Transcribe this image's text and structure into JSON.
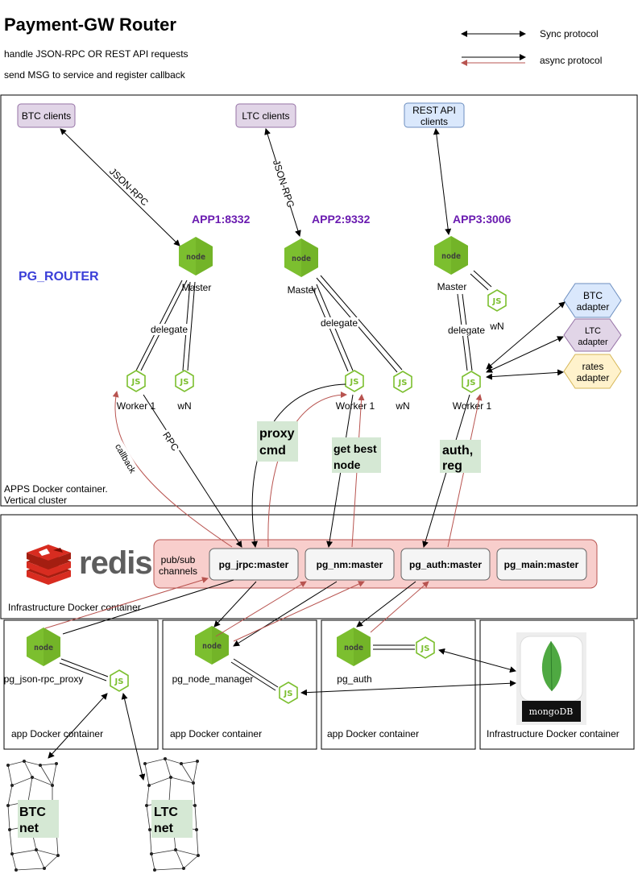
{
  "header": {
    "title": "Payment-GW Router",
    "line1": "handle JSON-RPC OR REST API requests",
    "line2": "send MSG to service and register callback"
  },
  "legend": {
    "sync": "Sync protocol",
    "async": "async protocol",
    "sync_color": "#000000",
    "async_color": "#b85450"
  },
  "clients": {
    "btc": "BTC clients",
    "ltc": "LTC clients",
    "rest_line1": "REST API",
    "rest_line2": "clients"
  },
  "edges": {
    "jsonrpc_left": "JSON-RPC",
    "jsonrpc_mid": "JSON-RPC",
    "delegate": "delegate",
    "rpc": "RPC",
    "callback": "callback"
  },
  "apps": {
    "app1": "APP1:8332",
    "app2": "APP2:9332",
    "app3": "APP3:3006",
    "master": "Master",
    "worker": "Worker 1",
    "wn": "wN"
  },
  "router_label": "PG_ROUTER",
  "adapters": {
    "btc_line1": "BTC",
    "btc_line2": "adapter",
    "ltc_line1": "LTC",
    "ltc_line2": "adapter",
    "rates_line1": "rates",
    "rates_line2": "adapter"
  },
  "notes": {
    "proxy_line1": "proxy",
    "proxy_line2": "cmd",
    "best_line1": "get best",
    "best_line2": "node",
    "auth_line1": "auth,",
    "auth_line2": "reg"
  },
  "apps_container_line1": "APPS Docker container.",
  "apps_container_line2": "Vertical cluster",
  "redis": {
    "word": "redis",
    "pubsub_line1": "pub/sub",
    "pubsub_line2": "channels",
    "channels": [
      "pg_jrpc:master",
      "pg_nm:master",
      "pg_auth:master",
      "pg_main:master"
    ],
    "container": "Infrastructure Docker container"
  },
  "services": {
    "proxy": "pg_json-rpc_proxy",
    "manager": "pg_node_manager",
    "auth": "pg_auth",
    "app_container": "app Docker container",
    "infra_container": "Infrastructure Docker container",
    "mongo": "mongoDB"
  },
  "nets": {
    "btc_line1": "BTC",
    "btc_line2": "net",
    "ltc_line1": "LTC",
    "ltc_line2": "net"
  },
  "icons": {
    "node": "nodejs-master-icon",
    "js": "nodejs-worker-icon",
    "redis": "redis-logo",
    "mongo": "mongodb-logo"
  },
  "colors": {
    "client_purple": "#e1d5e7",
    "client_blue": "#dae8fc",
    "adapter_yellow": "#fff2cc",
    "note_green": "#d5e8d4",
    "redis_band": "#f8cecc",
    "channel_box": "#f5f5f5",
    "node_green": "#7cbf2f",
    "redis_red": "#d82c20"
  }
}
